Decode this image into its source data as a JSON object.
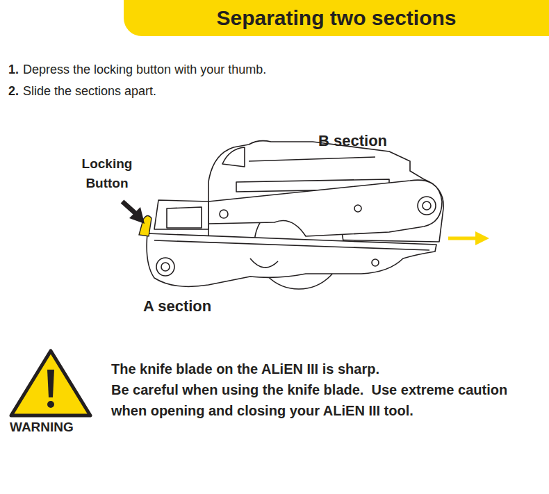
{
  "diagram": {
    "title": "Separating two sections",
    "labels": [
      "1.",
      "Depress the locking button with your thumb.",
      "2.",
      "Slide the sections apart.",
      "Locking Button",
      "B section",
      "A section",
      "WARNING",
      "The knife blade on the ALiEN III is sharp.",
      "Be careful when using the knife blade.  Use extreme caution when opening and closing your ALiEN III tool."
    ]
  }
}
